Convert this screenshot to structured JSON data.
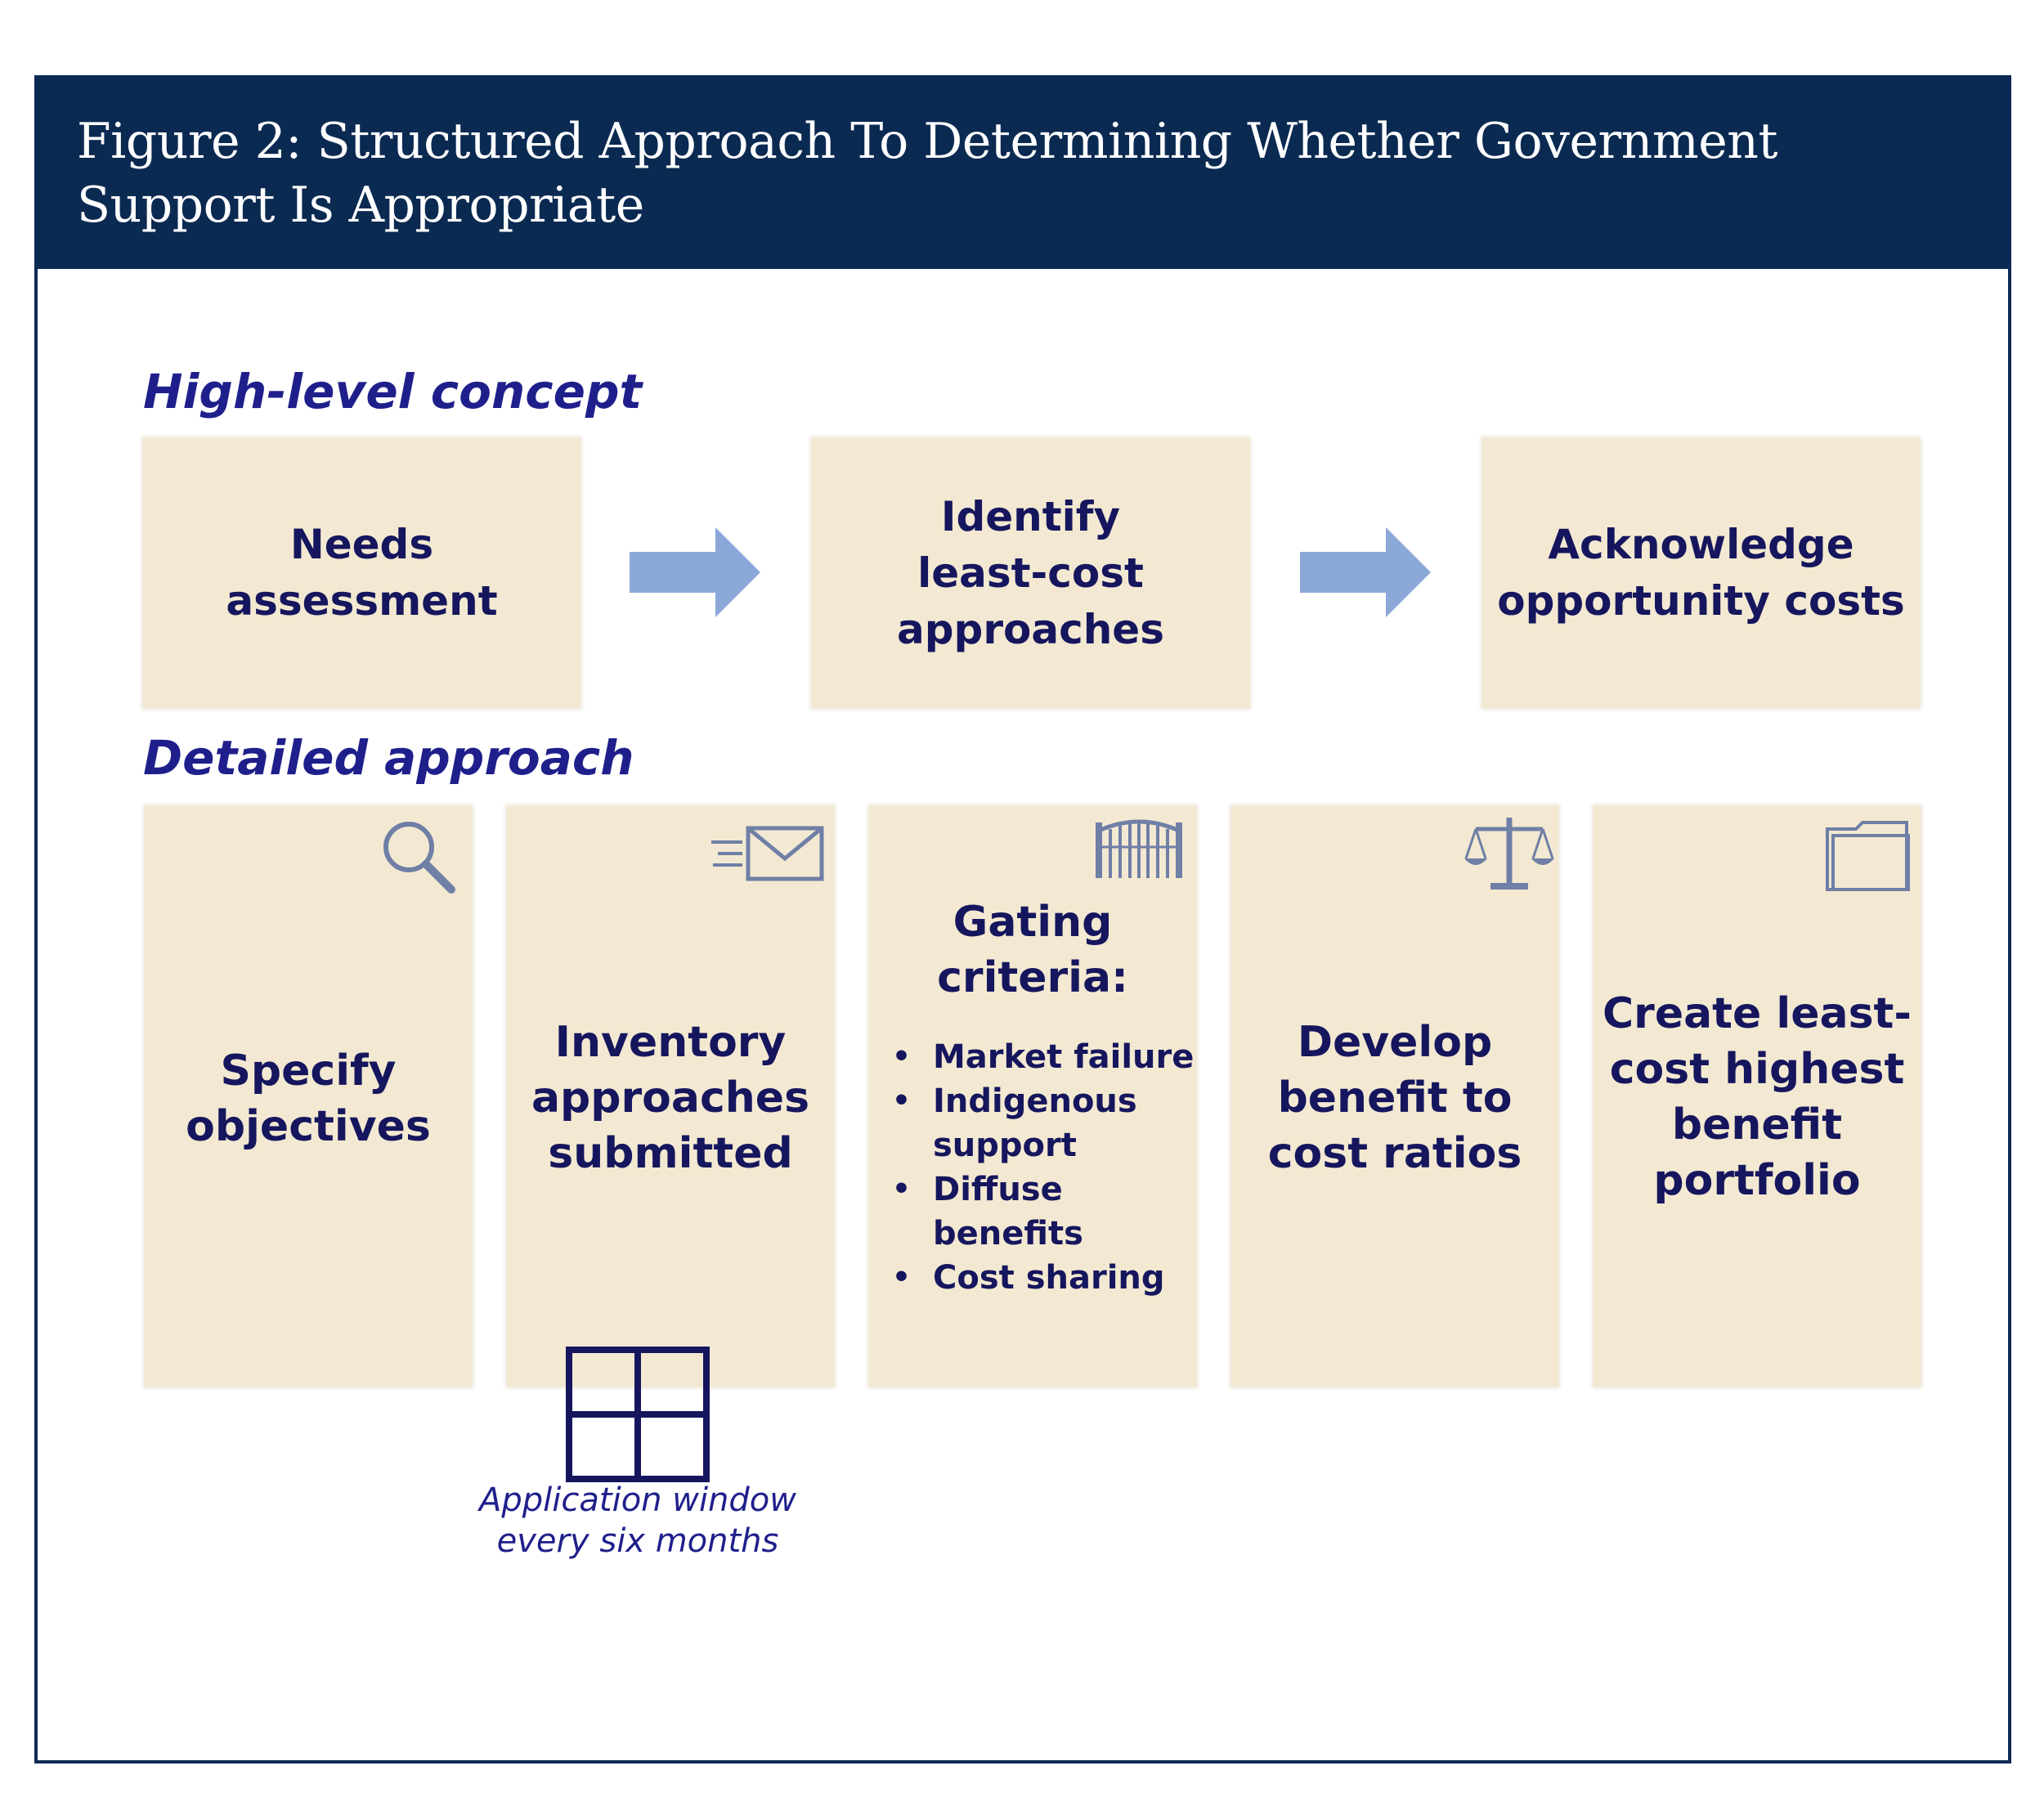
{
  "header": {
    "title": "Figure 2: Structured Approach To Determining Whether Government Support Is Appropriate"
  },
  "high_level": {
    "title": "High-level concept",
    "boxes": [
      {
        "label": "Needs\nassessment"
      },
      {
        "label": "Identify\nleast-cost\napproaches"
      },
      {
        "label": "Acknowledge\nopportunity costs"
      }
    ]
  },
  "detailed": {
    "title": "Detailed approach",
    "boxes": [
      {
        "label": "Specify\nobjectives",
        "icon": "magnifier-icon"
      },
      {
        "label": "Inventory\napproaches\nsubmitted",
        "icon": "envelope-icon"
      },
      {
        "label": "Gating\ncriteria:",
        "icon": "gate-icon",
        "bullets": [
          "Market failure",
          "Indigenous\nsupport",
          "Diffuse\nbenefits",
          "Cost sharing"
        ]
      },
      {
        "label": "Develop\nbenefit to\ncost ratios",
        "icon": "scales-icon"
      },
      {
        "label": "Create least-\ncost highest\nbenefit\nportfolio",
        "icon": "folder-icon"
      }
    ]
  },
  "note": {
    "icon": "window-grid-icon",
    "text": "Application window\nevery six months"
  },
  "colors": {
    "header_bg": "#0b2a52",
    "box_fill": "#f3e9d2",
    "text": "#16165e",
    "arrow": "#8ca8d8"
  }
}
